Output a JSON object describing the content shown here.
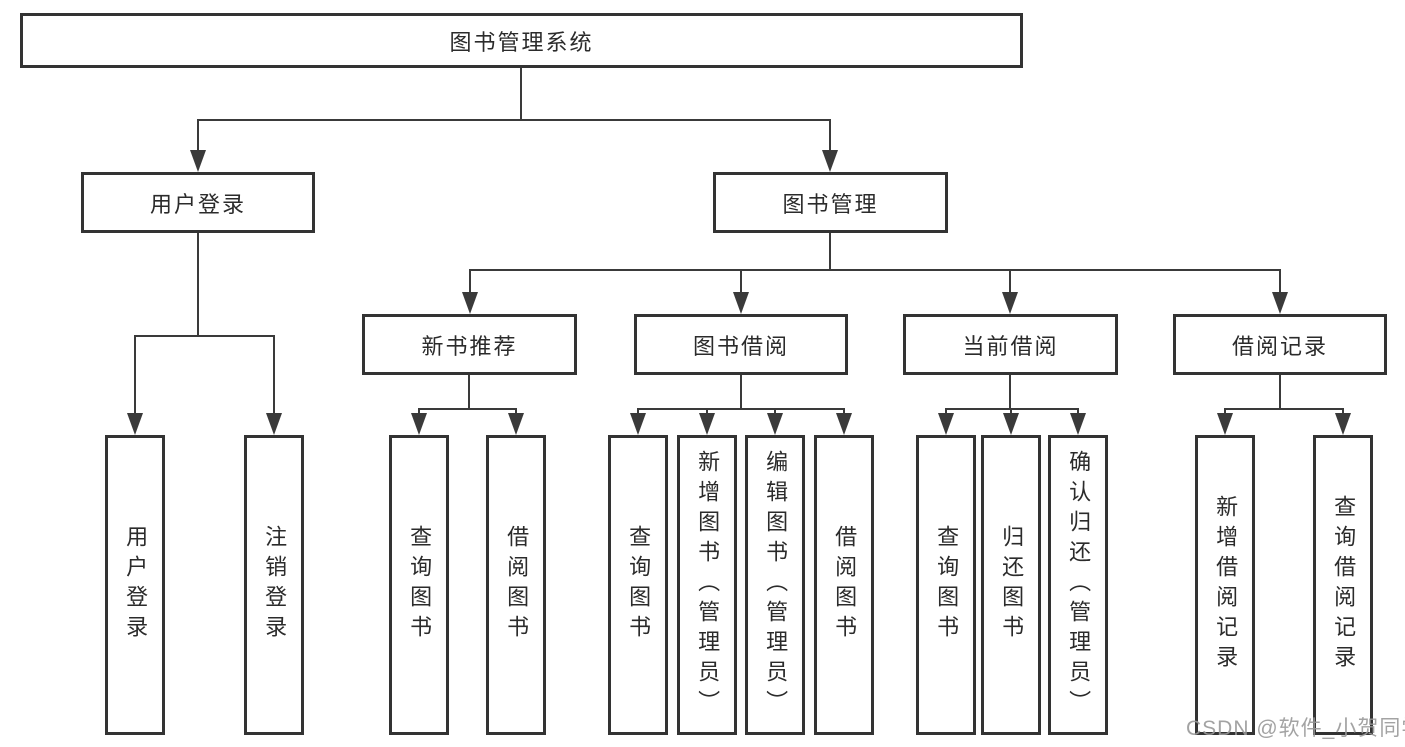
{
  "colors": {
    "line": "#3a3a3a",
    "box_border": "#333333",
    "text": "#2b2b2b",
    "background": "#ffffff",
    "watermark": "#9a9a9a"
  },
  "tree": {
    "root": {
      "label": "图书管理系统"
    },
    "branches": [
      {
        "label": "用户登录",
        "children": [
          {
            "label": "用户登录"
          },
          {
            "label": "注销登录"
          }
        ]
      },
      {
        "label": "图书管理",
        "children": [
          {
            "label": "新书推荐",
            "children": [
              {
                "label": "查询图书"
              },
              {
                "label": "借阅图书"
              }
            ]
          },
          {
            "label": "图书借阅",
            "children": [
              {
                "label": "查询图书"
              },
              {
                "label": "新增图书（管理员）"
              },
              {
                "label": "编辑图书（管理员）"
              },
              {
                "label": "借阅图书"
              }
            ]
          },
          {
            "label": "当前借阅",
            "children": [
              {
                "label": "查询图书"
              },
              {
                "label": "归还图书"
              },
              {
                "label": "确认归还（管理员）"
              }
            ]
          },
          {
            "label": "借阅记录",
            "children": [
              {
                "label": "新增借阅记录"
              },
              {
                "label": "查询借阅记录"
              }
            ]
          }
        ]
      }
    ]
  },
  "watermark": {
    "text": "CSDN @软件_小贺同学"
  }
}
